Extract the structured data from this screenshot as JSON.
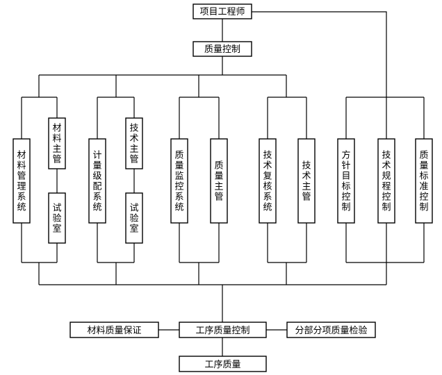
{
  "nodes": {
    "project_engineer": "项目工程师",
    "quality_control": "质量控制",
    "material_mgmt_system": "材料管理系统",
    "material_supervisor": "材料主管",
    "lab_1": "试验室",
    "metering_system": "计量级配系统",
    "tech_supervisor_1": "技术主管",
    "lab_2": "试验室",
    "quality_monitoring_system": "质量监控系统",
    "quality_supervisor": "质量主管",
    "tech_review_system": "技术复核系统",
    "tech_supervisor_2": "技术主管",
    "policy_target_control": "方针目标控制",
    "tech_spec_control": "技术规程控制",
    "quality_standard_control": "质量标准控制",
    "material_quality_assurance": "材料质量保证",
    "process_quality_control": "工序质量控制",
    "subitem_quality_inspection": "分部分项质量检验",
    "process_quality": "工序质量"
  }
}
